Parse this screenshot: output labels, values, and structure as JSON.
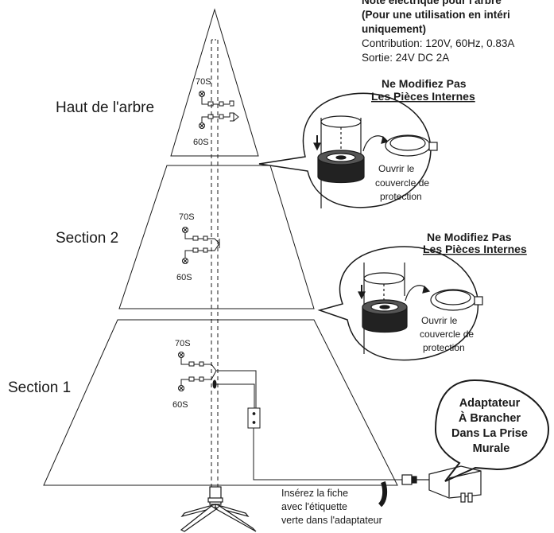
{
  "note": {
    "title_lines": [
      "Note électrique pour l'arbre",
      "(Pour une utilisation en intéri",
      "uniquement)"
    ],
    "spec_lines": [
      "Contribution: 120V, 60Hz, 0.83A",
      "Sortie: 24V DC 2A"
    ]
  },
  "sections": {
    "top": "Haut de l'arbre",
    "middle": "Section 2",
    "bottom": "Section 1"
  },
  "bulbs": {
    "upper": "70S",
    "lower": "60S"
  },
  "warning": {
    "line1": "Ne Modifiez Pas",
    "line2": "Les Pièces Internes"
  },
  "cover": {
    "lines": [
      "Ouvrir le",
      "couvercle de",
      "protection"
    ]
  },
  "adapter_bubble": {
    "lines": [
      "Adaptateur",
      "À Brancher",
      "Dans La Prise",
      "Murale"
    ]
  },
  "plug_note": {
    "lines": [
      "Insérez la fiche",
      "avec l'étiquette",
      "verte dans l'adaptateur"
    ]
  },
  "colors": {
    "ink": "#1a1a1a",
    "paper": "#ffffff",
    "cap_dark": "#222222"
  }
}
